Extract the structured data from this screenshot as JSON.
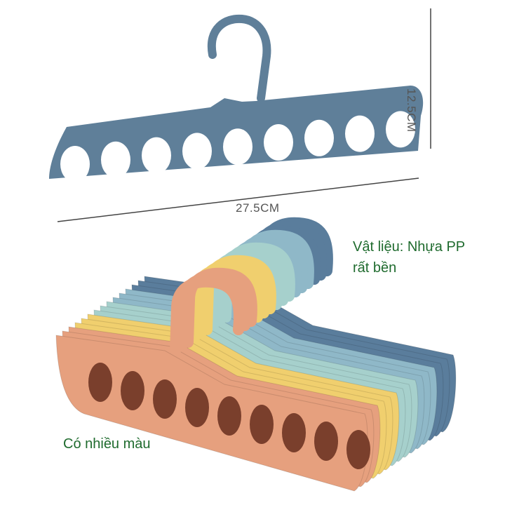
{
  "dimensions": {
    "width_label": "27.5CM",
    "height_label": "12.5CM"
  },
  "texts": {
    "material_line1": "Vật liệu: Nhựa PP",
    "material_line2": "rất bền",
    "colors_text": "Có nhiều màu"
  },
  "hanger": {
    "top_color": "#5f7f99",
    "slots": 9
  },
  "stack_colors": [
    "#5a7d9c",
    "#8fb8c8",
    "#a6d0cc",
    "#f0cf6e",
    "#e6a07e"
  ]
}
